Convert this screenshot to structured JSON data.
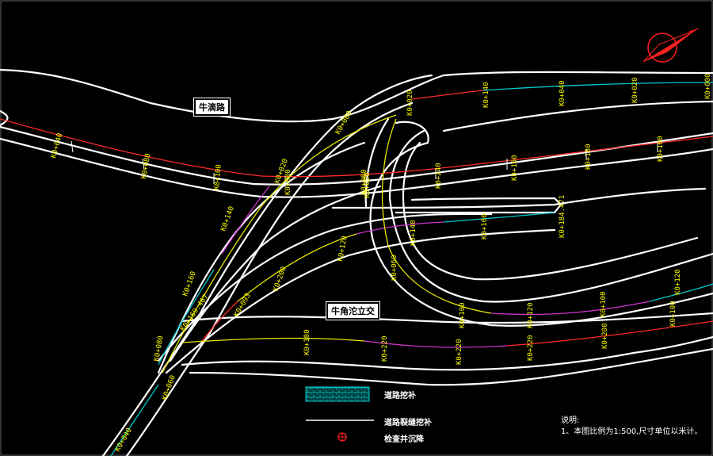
{
  "road_labels": {
    "main_road": "牛滴路",
    "interchange": "牛角沱立交"
  },
  "stations": {
    "s1": "K0+040",
    "s2": "K0+060",
    "s3": "K0+080",
    "s4": "K0+100",
    "s5": "K0+120",
    "s6": "K0+140",
    "s7": "K0+160",
    "s8": "K0+180",
    "s9": "K0+200",
    "s10": "K0+220",
    "s11": "K0+240",
    "s12": "K0+169.467",
    "s13": "K0+184.471",
    "s14": "K0+093",
    "s15": "K0+020",
    "s16": "K0+000"
  },
  "legend": {
    "excavation": "道路挖补",
    "crack_excavation": "道路裂缝挖补",
    "manhole_settlement": "检查井沉降"
  },
  "notes": {
    "title": "说明:",
    "line1": "1、本图比例为1:500,尺寸单位以米计。"
  },
  "colors": {
    "background": "#000000",
    "road_edge": "#ffffff",
    "station_text": "#ffff00",
    "centerline_red": "#ff2a2a",
    "centerline_cyan": "#00c8c8",
    "centerline_magenta": "#cc33cc",
    "legend_hatch": "#00aaaa",
    "north_arrow": "#ff2020"
  }
}
